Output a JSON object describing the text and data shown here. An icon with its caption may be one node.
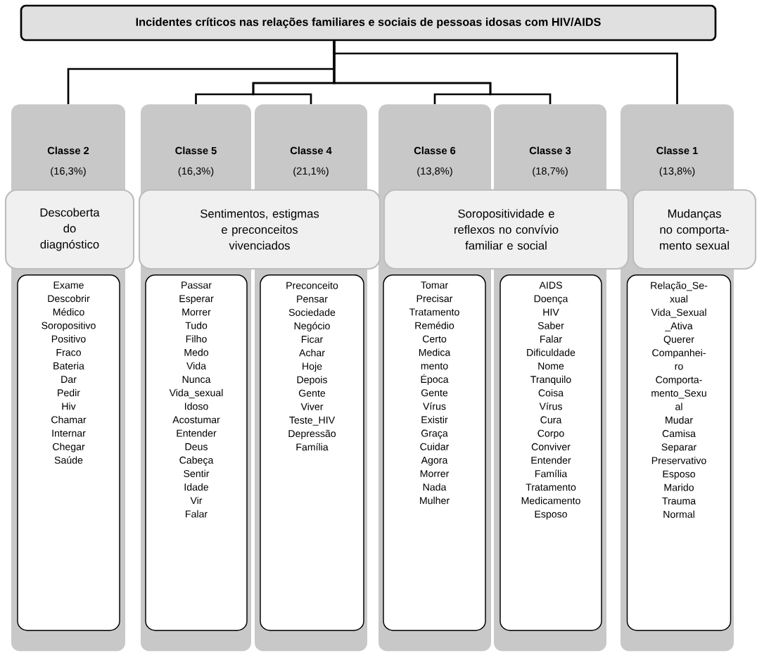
{
  "diagram": {
    "nodes": [
      {
        "text": [
          "Incidentes críticos nas relações familiares e sociais de pessoas idosas com HIV/AIDS"
        ]
      },
      {
        "text": [
          "Classe 2",
          "(16,3%)"
        ]
      },
      {
        "text": [
          "Classe 5",
          "(16,3%)"
        ]
      },
      {
        "text": [
          "Classe 4",
          "(21,1%)"
        ]
      },
      {
        "text": [
          "Classe 6",
          "(13,8%)"
        ]
      },
      {
        "text": [
          "Classe 3",
          "(18,7%)"
        ]
      },
      {
        "text": [
          "Classe 1",
          "(13,8%)"
        ]
      },
      {
        "text": [
          "Descoberta do diagnóstico"
        ]
      },
      {
        "text": [
          "Sentimentos, estigmas e preconceitos vivenciados"
        ]
      },
      {
        "text": [
          "Soropositividade e reflexos no convívio familiar e social"
        ]
      },
      {
        "text": [
          "Mudanças no comporta- mento sexual"
        ]
      },
      {
        "text": [
          "Exame",
          "Descobrir",
          "Médico",
          "Soropositivo",
          "Positivo",
          "Fraco",
          "Bateria",
          "Dar",
          "Pedir",
          "Hiv",
          "Chamar",
          "Internar",
          "Chegar",
          "Saúde"
        ],
        "in": 1
      },
      {
        "text": [
          "Passar",
          "Esperar",
          "Morrer",
          "Tudo",
          "Filho",
          "Medo",
          "Vida",
          "Nunca",
          "Vida_sexual",
          "Idoso",
          "Acostumar",
          "Entender",
          "Deus",
          "Cabeça",
          "Sentir",
          "Idade",
          "Vir",
          "Falar"
        ],
        "in": 2
      },
      {
        "text": [
          "Preconceito",
          "Pensar",
          "Sociedade",
          "Negócio",
          "Ficar",
          "Achar",
          "Hoje",
          "Depois",
          "Gente",
          "Viver",
          "Teste_HIV",
          "Depressão",
          "Família"
        ],
        "in": 3
      },
      {
        "text": [
          "Tomar",
          "Precisar",
          "Tratamento",
          "Remédio",
          "Certo",
          "Medica",
          "mento",
          "Época",
          "Gente",
          "Vírus",
          "Existir",
          "Graça",
          "Cuidar",
          "Agora",
          "Morrer",
          "Nada",
          "Mulher"
        ],
        "in": 4
      },
      {
        "text": [
          "AIDS",
          "Doença",
          "HIV",
          "Saber",
          "Falar",
          "Dificuldade",
          "Nome",
          "Tranquilo",
          "Coisa",
          "Vírus",
          "Cura",
          "Corpo",
          "Conviver",
          "Entender",
          "Família",
          "Tratamento",
          "Medicamento",
          "Esposo"
        ],
        "in": 5
      },
      {
        "text": [
          "Relação_Se-",
          "xual",
          "Vida_Sexual",
          "_Ativa",
          "Querer",
          "Companhei-",
          "ro",
          "Comporta-",
          "mento_Sexu",
          "al",
          "Mudar",
          "Camisa",
          "Separar",
          "Preservativo",
          "Esposo",
          "Marido",
          "Trauma",
          "Normal"
        ],
        "in": 6
      }
    ],
    "edges": [
      {
        "from": 0,
        "to": 1,
        "arrow": "none"
      },
      {
        "from": 0,
        "to": 2,
        "arrow": "none"
      },
      {
        "from": 0,
        "to": 3,
        "arrow": "none"
      },
      {
        "from": 0,
        "to": 4,
        "arrow": "none"
      },
      {
        "from": 0,
        "to": 5,
        "arrow": "none"
      },
      {
        "from": 0,
        "to": 6,
        "arrow": "none"
      }
    ]
  }
}
